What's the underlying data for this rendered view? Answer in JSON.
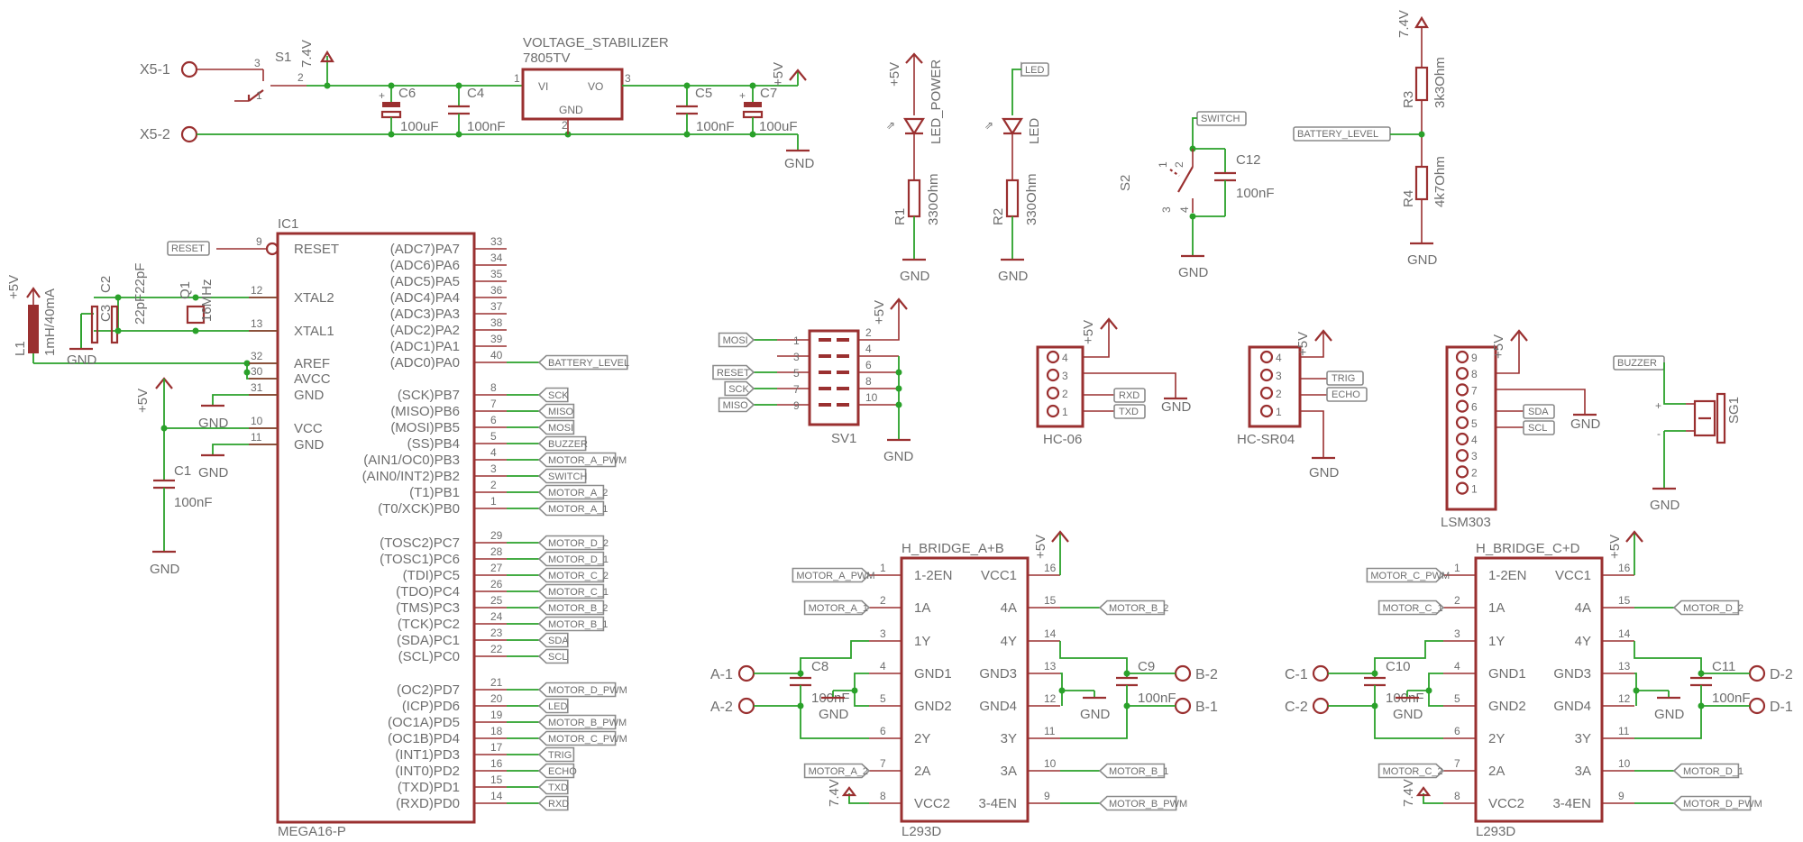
{
  "power": {
    "x51": "X5-1",
    "x52": "X5-2",
    "s1": "S1",
    "v74": "7.4V",
    "s1p3": "3",
    "s1p1": "1",
    "s1p2": "2",
    "c6": "C6",
    "c6v": "100uF",
    "c4": "C4",
    "c4v": "100nF",
    "reg_title": "VOLTAGE_STABILIZER",
    "reg_part": "7805TV",
    "reg_vi": "VI",
    "reg_vo": "VO",
    "reg_gnd": "GND",
    "reg_p1": "1",
    "reg_p2": "2",
    "reg_p3": "3",
    "c5": "C5",
    "c5v": "100nF",
    "c7": "C7",
    "c7v": "100uF",
    "p5v": "+5V",
    "gnd": "GND",
    "plus": "+"
  },
  "leds": {
    "p5v": "+5V",
    "led_power": "LED_POWER",
    "r1": "R1",
    "r1v": "330Ohm",
    "led_lbl": "LED",
    "led2": "LED",
    "r2": "R2",
    "r2v": "330Ohm",
    "gnd": "GND"
  },
  "switch": {
    "lbl": "SWITCH",
    "s2": "S2",
    "c12": "C12",
    "c12v": "100nF",
    "p1": "1",
    "p2": "2",
    "p3": "3",
    "p4": "4",
    "gnd": "GND"
  },
  "battery": {
    "v74": "7.4V",
    "lbl": "BATTERY_LEVEL",
    "r3": "R3",
    "r3v": "3k3Ohm",
    "r4": "R4",
    "r4v": "4k7Ohm",
    "gnd": "GND"
  },
  "mcu": {
    "ic1": "IC1",
    "part": "MEGA16-P",
    "left_pins": [
      {
        "name": "RESET",
        "num": "9"
      },
      {
        "name": "XTAL2",
        "num": "12"
      },
      {
        "name": "XTAL1",
        "num": "13"
      },
      {
        "name": "AREF",
        "num": "32"
      },
      {
        "name": "AVCC",
        "num": "30"
      },
      {
        "name": "GND",
        "num": "31"
      },
      {
        "name": "VCC",
        "num": "10"
      },
      {
        "name": "GND",
        "num": "11"
      }
    ],
    "right_pins": [
      {
        "name": "(ADC7)PA7",
        "num": "33",
        "net": ""
      },
      {
        "name": "(ADC6)PA6",
        "num": "34",
        "net": ""
      },
      {
        "name": "(ADC5)PA5",
        "num": "35",
        "net": ""
      },
      {
        "name": "(ADC4)PA4",
        "num": "36",
        "net": ""
      },
      {
        "name": "(ADC3)PA3",
        "num": "37",
        "net": ""
      },
      {
        "name": "(ADC2)PA2",
        "num": "38",
        "net": ""
      },
      {
        "name": "(ADC1)PA1",
        "num": "39",
        "net": ""
      },
      {
        "name": "(ADC0)PA0",
        "num": "40",
        "net": "BATTERY_LEVEL"
      },
      {
        "name": "(SCK)PB7",
        "num": "8",
        "net": "SCK"
      },
      {
        "name": "(MISO)PB6",
        "num": "7",
        "net": "MISO"
      },
      {
        "name": "(MOSI)PB5",
        "num": "6",
        "net": "MOSI"
      },
      {
        "name": "(SS)PB4",
        "num": "5",
        "net": "BUZZER"
      },
      {
        "name": "(AIN1/OC0)PB3",
        "num": "4",
        "net": "MOTOR_A_PWM"
      },
      {
        "name": "(AIN0/INT2)PB2",
        "num": "3",
        "net": "SWITCH"
      },
      {
        "name": "(T1)PB1",
        "num": "2",
        "net": "MOTOR_A_2"
      },
      {
        "name": "(T0/XCK)PB0",
        "num": "1",
        "net": "MOTOR_A_1"
      },
      {
        "name": "(TOSC2)PC7",
        "num": "29",
        "net": "MOTOR_D_2"
      },
      {
        "name": "(TOSC1)PC6",
        "num": "28",
        "net": "MOTOR_D_1"
      },
      {
        "name": "(TDI)PC5",
        "num": "27",
        "net": "MOTOR_C_2"
      },
      {
        "name": "(TDO)PC4",
        "num": "26",
        "net": "MOTOR_C_1"
      },
      {
        "name": "(TMS)PC3",
        "num": "25",
        "net": "MOTOR_B_2"
      },
      {
        "name": "(TCK)PC2",
        "num": "24",
        "net": "MOTOR_B_1"
      },
      {
        "name": "(SDA)PC1",
        "num": "23",
        "net": "SDA"
      },
      {
        "name": "(SCL)PC0",
        "num": "22",
        "net": "SCL"
      },
      {
        "name": "(OC2)PD7",
        "num": "21",
        "net": "MOTOR_D_PWM"
      },
      {
        "name": "(ICP)PD6",
        "num": "20",
        "net": "LED"
      },
      {
        "name": "(OC1A)PD5",
        "num": "19",
        "net": "MOTOR_B_PWM"
      },
      {
        "name": "(OC1B)PD4",
        "num": "18",
        "net": "MOTOR_C_PWM"
      },
      {
        "name": "(INT1)PD3",
        "num": "17",
        "net": "TRIG"
      },
      {
        "name": "(INT0)PD2",
        "num": "16",
        "net": "ECHO"
      },
      {
        "name": "(TXD)PD1",
        "num": "15",
        "net": "TXD"
      },
      {
        "name": "(RXD)PD0",
        "num": "14",
        "net": "RXD"
      }
    ],
    "reset_lbl": "RESET",
    "p5v": "+5V",
    "l1": "L1",
    "l1v": "1mH/40mA",
    "c2": "C2",
    "c3": "C3",
    "cxv": "22pF22pF",
    "q1": "Q1",
    "q1v": "16MHz",
    "c1": "C1",
    "c1v": "100nF",
    "gnd": "GND"
  },
  "sv1": {
    "name": "SV1",
    "p5v": "+5V",
    "gnd": "GND",
    "left": [
      {
        "num": "1",
        "net": "MOSI"
      },
      {
        "num": "3",
        "net": ""
      },
      {
        "num": "5",
        "net": "RESET"
      },
      {
        "num": "7",
        "net": "SCK"
      },
      {
        "num": "9",
        "net": "MISO"
      }
    ],
    "right": [
      "2",
      "4",
      "6",
      "8",
      "10"
    ]
  },
  "hc06": {
    "name": "HC-06",
    "p5v": "+5V",
    "gnd": "GND",
    "pins": [
      "4",
      "3",
      "2",
      "1"
    ],
    "rxd": "RXD",
    "txd": "TXD"
  },
  "hcsr04": {
    "name": "HC-SR04",
    "p5v": "+5V",
    "gnd": "GND",
    "pins": [
      "4",
      "3",
      "2",
      "1"
    ],
    "trig": "TRIG",
    "echo": "ECHO"
  },
  "lsm303": {
    "name": "LSM303",
    "p5v": "+5V",
    "gnd": "GND",
    "pins": [
      "9",
      "8",
      "7",
      "6",
      "5",
      "4",
      "3",
      "2",
      "1"
    ],
    "sda": "SDA",
    "scl": "SCL"
  },
  "buzzer": {
    "lbl": "BUZZER",
    "name": "SG1",
    "plus": "+",
    "minus": "-",
    "gnd": "GND"
  },
  "bridges": [
    {
      "title": "H_BRIDGE_A+B",
      "part": "L293D",
      "p5v": "+5V",
      "v74": "7.4V",
      "gnd": "GND",
      "left": [
        {
          "name": "1-2EN",
          "num": "1",
          "net": "MOTOR_A_PWM"
        },
        {
          "name": "1A",
          "num": "2",
          "net": "MOTOR_A_1"
        },
        {
          "name": "1Y",
          "num": "3",
          "net": ""
        },
        {
          "name": "GND1",
          "num": "4",
          "net": ""
        },
        {
          "name": "GND2",
          "num": "5",
          "net": ""
        },
        {
          "name": "2Y",
          "num": "6",
          "net": ""
        },
        {
          "name": "2A",
          "num": "7",
          "net": "MOTOR_A_2"
        },
        {
          "name": "VCC2",
          "num": "8",
          "net": ""
        }
      ],
      "right": [
        {
          "name": "VCC1",
          "num": "16",
          "net": ""
        },
        {
          "name": "4A",
          "num": "15",
          "net": "MOTOR_B_2"
        },
        {
          "name": "4Y",
          "num": "14",
          "net": ""
        },
        {
          "name": "GND3",
          "num": "13",
          "net": ""
        },
        {
          "name": "GND4",
          "num": "12",
          "net": ""
        },
        {
          "name": "3Y",
          "num": "11",
          "net": ""
        },
        {
          "name": "3A",
          "num": "10",
          "net": "MOTOR_B_1"
        },
        {
          "name": "3-4EN",
          "num": "9",
          "net": "MOTOR_B_PWM"
        }
      ],
      "cl": "C8",
      "clv": "100nF",
      "cr": "C9",
      "crv": "100nF",
      "out1": "A-1",
      "out2": "A-2",
      "out3": "B-2",
      "out4": "B-1"
    },
    {
      "title": "H_BRIDGE_C+D",
      "part": "L293D",
      "p5v": "+5V",
      "v74": "7.4V",
      "gnd": "GND",
      "left": [
        {
          "name": "1-2EN",
          "num": "1",
          "net": "MOTOR_C_PWM"
        },
        {
          "name": "1A",
          "num": "2",
          "net": "MOTOR_C_1"
        },
        {
          "name": "1Y",
          "num": "3",
          "net": ""
        },
        {
          "name": "GND1",
          "num": "4",
          "net": ""
        },
        {
          "name": "GND2",
          "num": "5",
          "net": ""
        },
        {
          "name": "2Y",
          "num": "6",
          "net": ""
        },
        {
          "name": "2A",
          "num": "7",
          "net": "MOTOR_C_2"
        },
        {
          "name": "VCC2",
          "num": "8",
          "net": ""
        }
      ],
      "right": [
        {
          "name": "VCC1",
          "num": "16",
          "net": ""
        },
        {
          "name": "4A",
          "num": "15",
          "net": "MOTOR_D_2"
        },
        {
          "name": "4Y",
          "num": "14",
          "net": ""
        },
        {
          "name": "GND3",
          "num": "13",
          "net": ""
        },
        {
          "name": "GND4",
          "num": "12",
          "net": ""
        },
        {
          "name": "3Y",
          "num": "11",
          "net": ""
        },
        {
          "name": "3A",
          "num": "10",
          "net": "MOTOR_D_1"
        },
        {
          "name": "3-4EN",
          "num": "9",
          "net": "MOTOR_D_PWM"
        }
      ],
      "cl": "C10",
      "clv": "100nF",
      "cr": "C11",
      "crv": "100nF",
      "out1": "C-1",
      "out2": "C-2",
      "out3": "D-2",
      "out4": "D-1"
    }
  ]
}
